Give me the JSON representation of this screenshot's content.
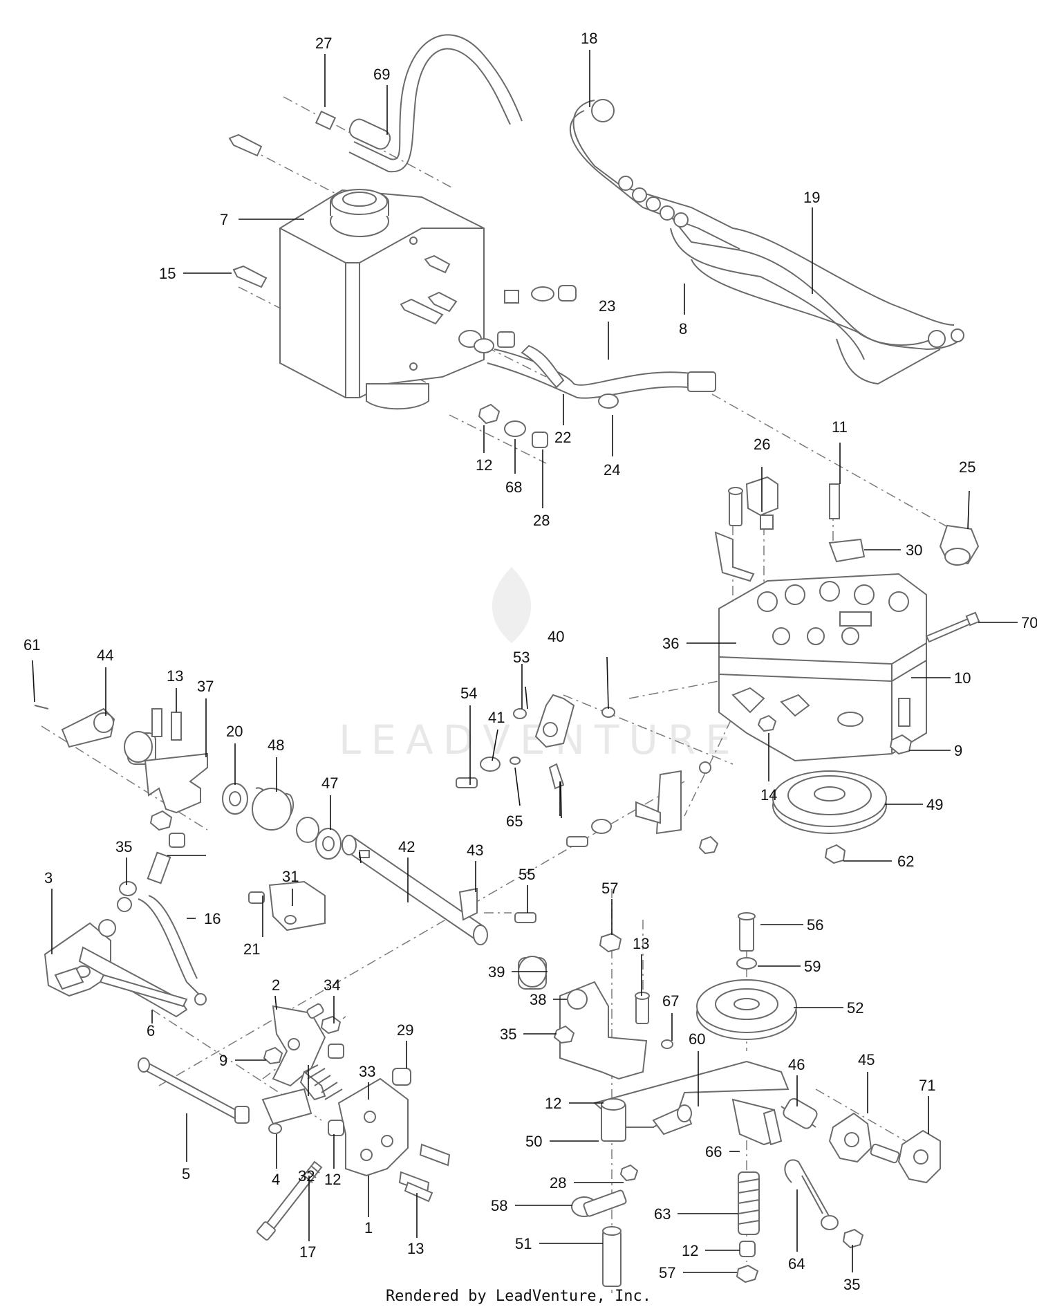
{
  "watermark": "LEADVENTURE",
  "footer": "Rendered by LeadVenture, Inc.",
  "callouts": [
    "27",
    "69",
    "18",
    "19",
    "7",
    "15",
    "8",
    "23",
    "22",
    "24",
    "12",
    "68",
    "28",
    "26",
    "11",
    "25",
    "30",
    "70",
    "36",
    "10",
    "9",
    "14",
    "49",
    "62",
    "61",
    "44",
    "13",
    "37",
    "20",
    "48",
    "47",
    "54",
    "53",
    "41",
    "40",
    "65",
    "42",
    "43",
    "55",
    "31",
    "21",
    "35",
    "16",
    "3",
    "6",
    "2",
    "34",
    "29",
    "9",
    "33",
    "5",
    "32",
    "4",
    "12",
    "1",
    "17",
    "13",
    "57",
    "13",
    "56",
    "59",
    "52",
    "39",
    "38",
    "35",
    "67",
    "60",
    "46",
    "45",
    "71",
    "12",
    "50",
    "66",
    "28",
    "63",
    "58",
    "51",
    "12",
    "57",
    "64",
    "35"
  ]
}
